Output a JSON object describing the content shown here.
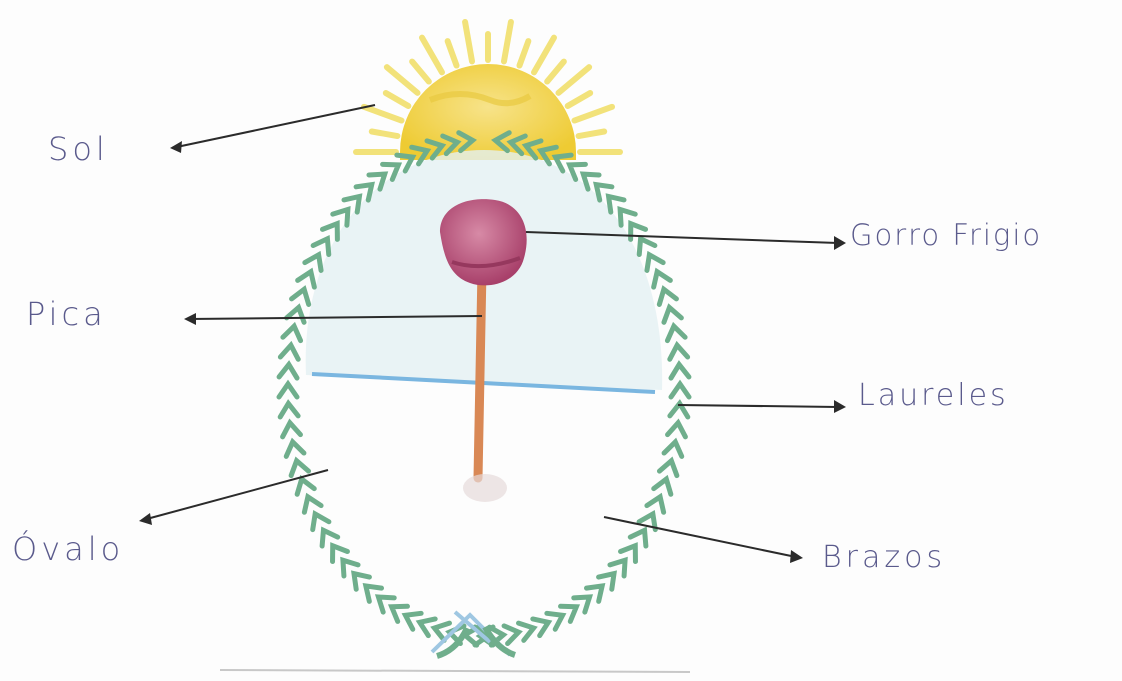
{
  "labels": {
    "sol": "Sol",
    "pica": "Pica",
    "ovalo": "Óvalo",
    "gorro": "Gorro Frigio",
    "laureles": "Laureles",
    "brazos": "Brazos"
  },
  "colors": {
    "sun": "#f4d94a",
    "sun_rays": "#f2e27a",
    "laurel": "#6fae8c",
    "cap": "#b04a72",
    "pike": "#d98855",
    "band_blue": "#7ab6e0",
    "ink": "#2b2b2b",
    "text": "#5a5a8c"
  }
}
